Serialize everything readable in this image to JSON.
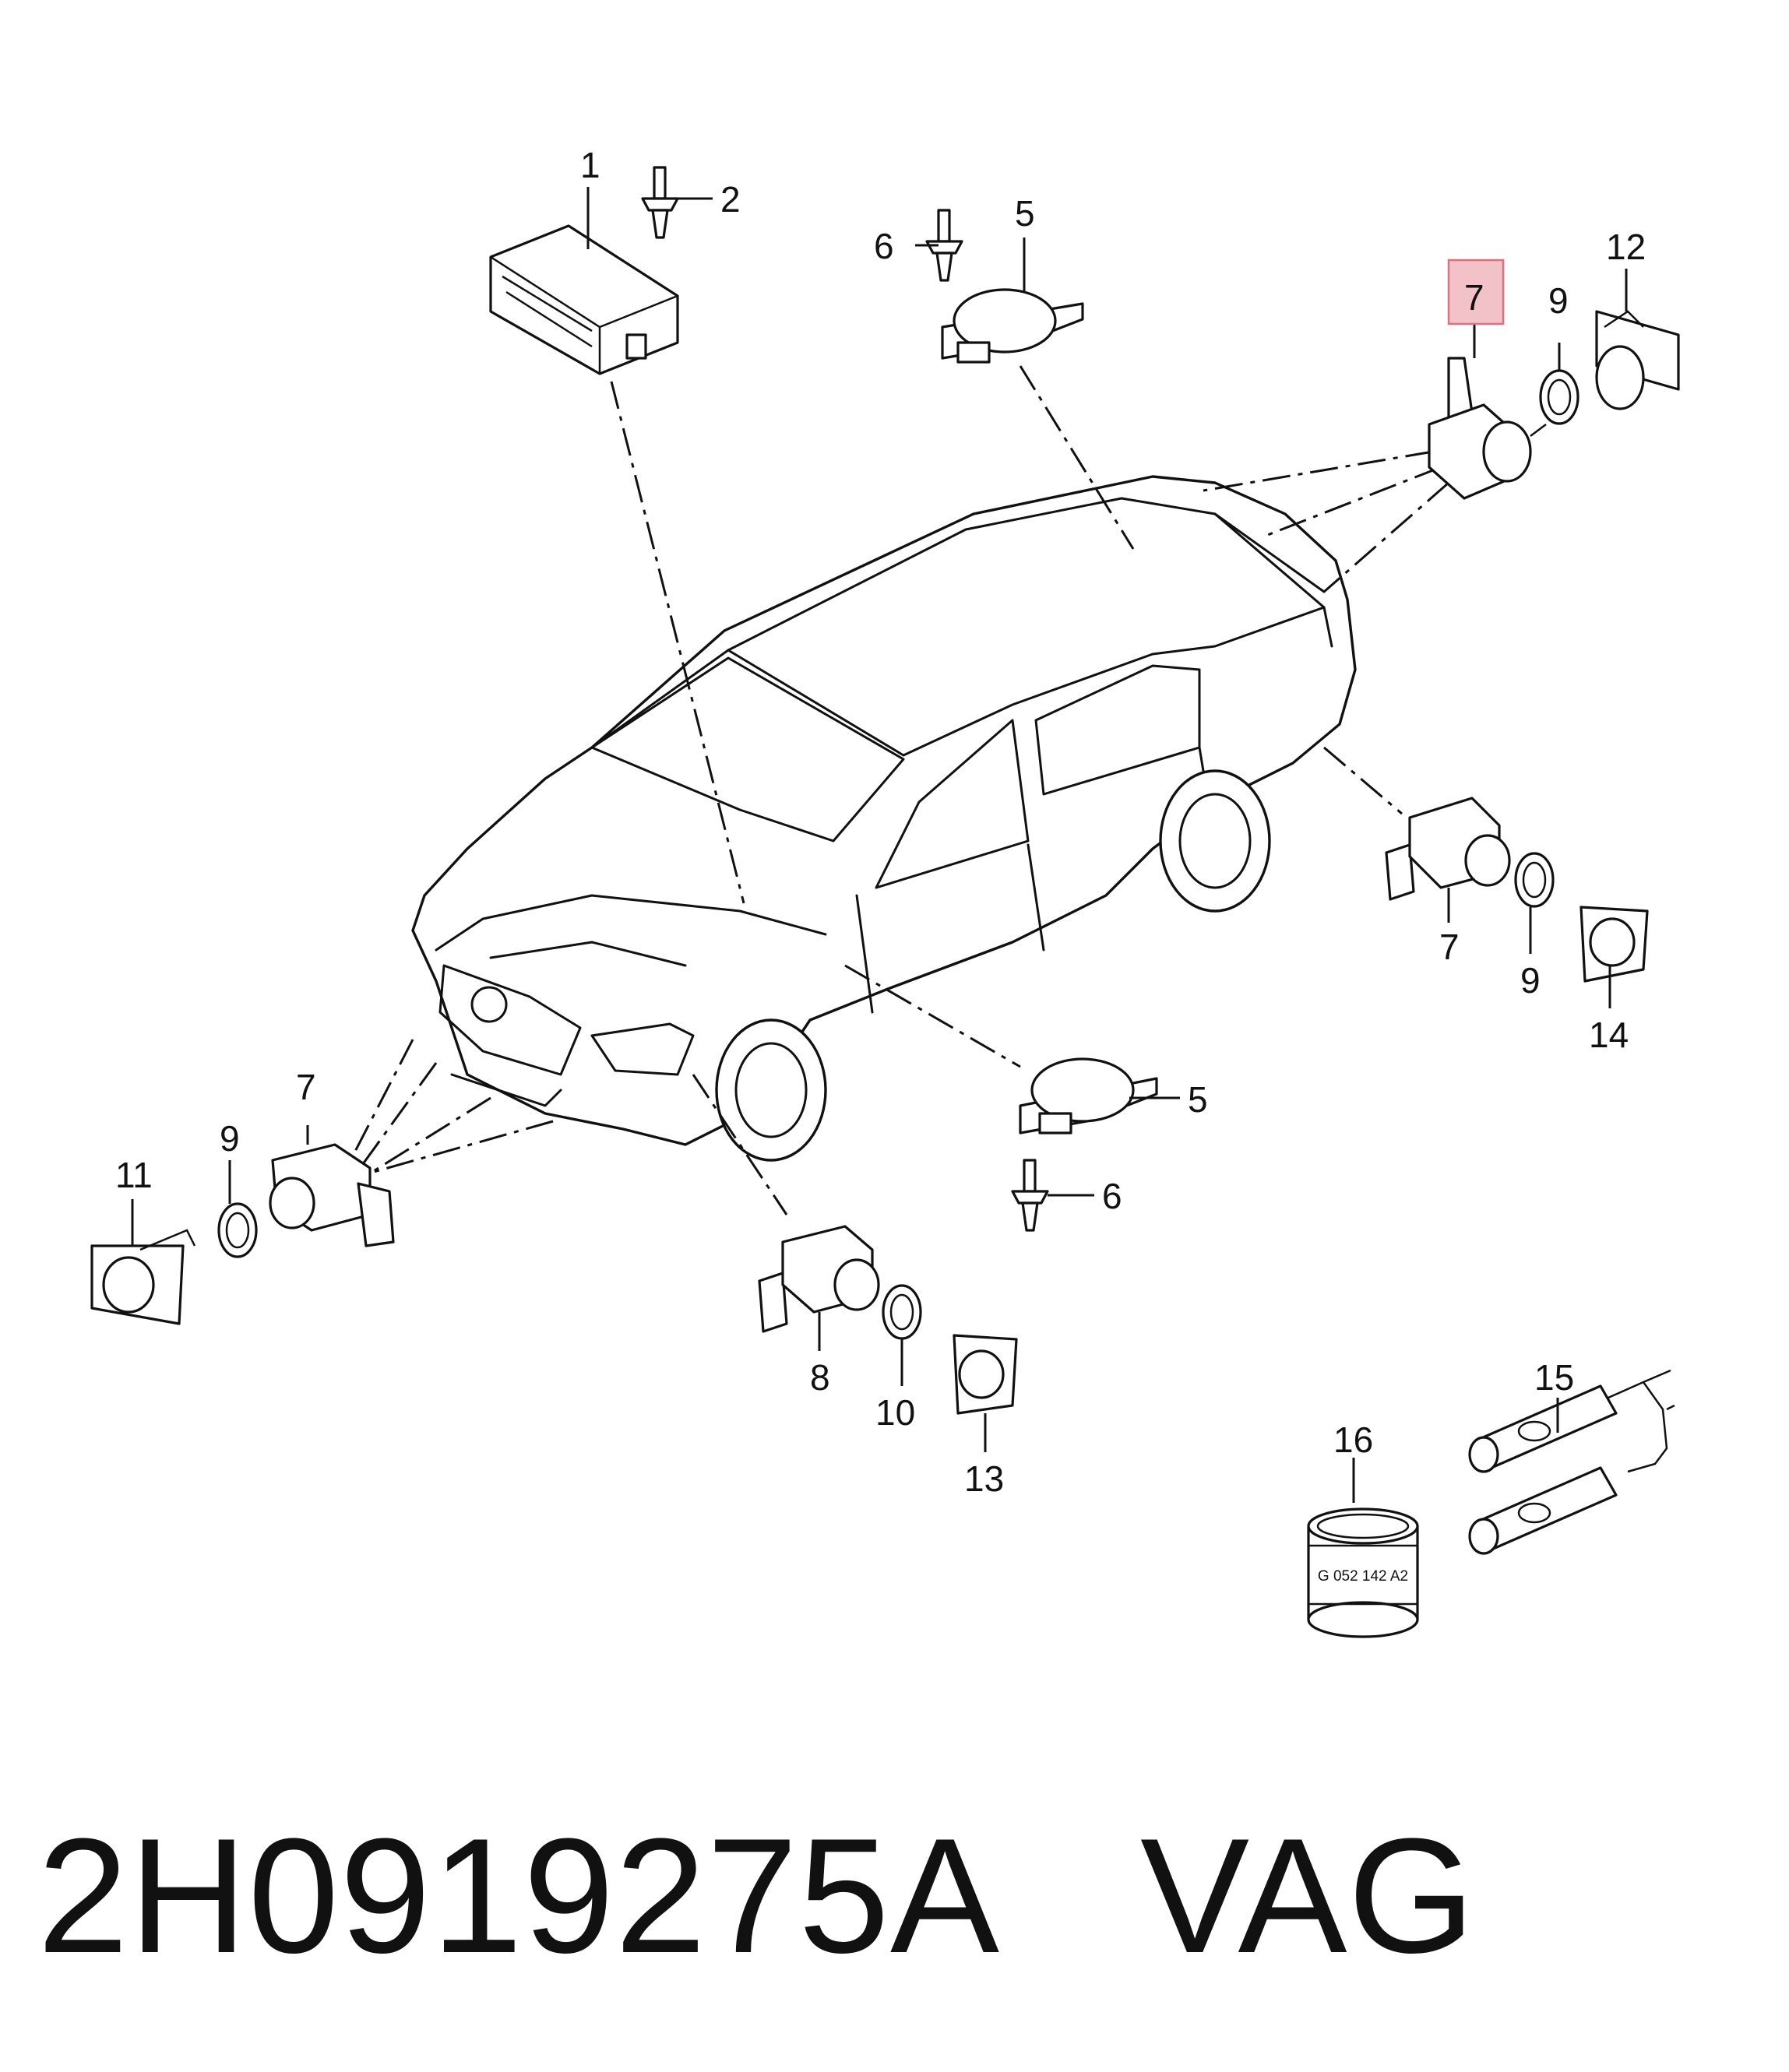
{
  "callouts": {
    "c1": "1",
    "c2": "2",
    "c5a": "5",
    "c6a": "6",
    "c7_highlight": "7",
    "c9a": "9",
    "c12": "12",
    "c7b": "7",
    "c9b": "9",
    "c14": "14",
    "c7c": "7",
    "c9c": "9",
    "c11": "11",
    "c5b": "5",
    "c6b": "6",
    "c8": "8",
    "c10": "10",
    "c13": "13",
    "c15": "15",
    "c16": "16"
  },
  "highlight_color": "#f3c2c8",
  "highlight_border": "#e0707c",
  "grease_label": "G 052 142 A2",
  "footer": {
    "part_number": "2H0919275A",
    "brand": "VAG"
  }
}
